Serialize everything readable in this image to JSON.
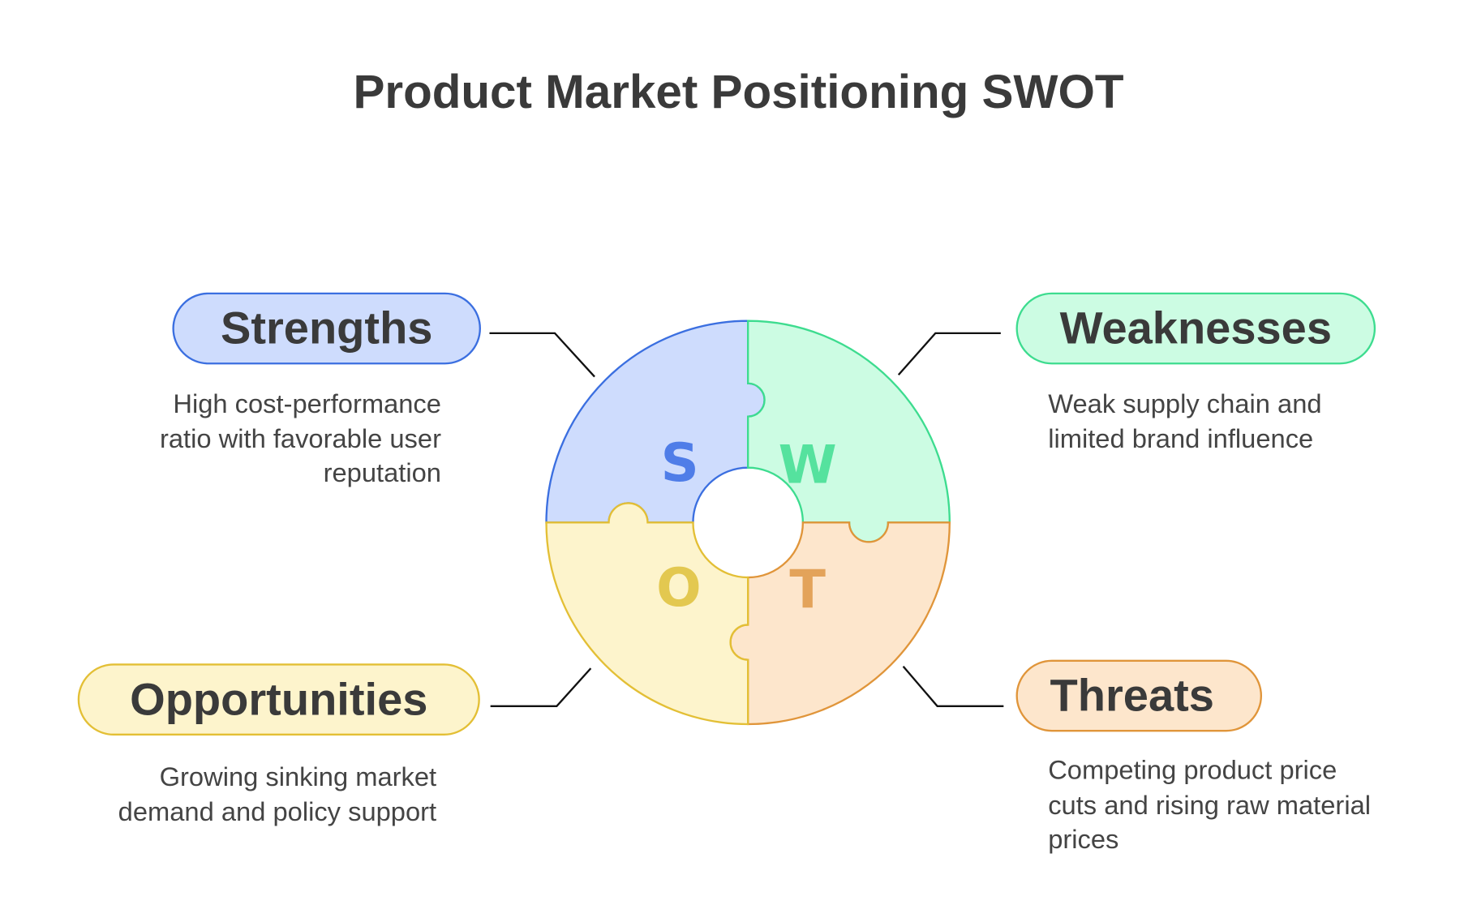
{
  "title": "Product Market Positioning SWOT",
  "quadrants": {
    "strengths": {
      "letter": "S",
      "label": "Strengths",
      "description": "High cost-performance\nratio with favorable user\nreputation",
      "stroke": "#3b6fe0",
      "fill": "#cedcfd",
      "letter_color": "#4f7de8"
    },
    "weaknesses": {
      "letter": "W",
      "label": "Weaknesses",
      "description": "Weak supply chain and\nlimited brand influence",
      "stroke": "#3ddc8f",
      "fill": "#ccfce3",
      "letter_color": "#55e29e"
    },
    "opportunities": {
      "letter": "O",
      "label": "Opportunities",
      "description": "Growing sinking market\ndemand and policy support",
      "stroke": "#e3bf35",
      "fill": "#fdf4cc",
      "letter_color": "#e3c850"
    },
    "threats": {
      "letter": "T",
      "label": "Threats",
      "description": "Competing product price\ncuts and rising raw material\n prices",
      "stroke": "#e0953a",
      "fill": "#fde6cc",
      "letter_color": "#e3a35a"
    }
  }
}
